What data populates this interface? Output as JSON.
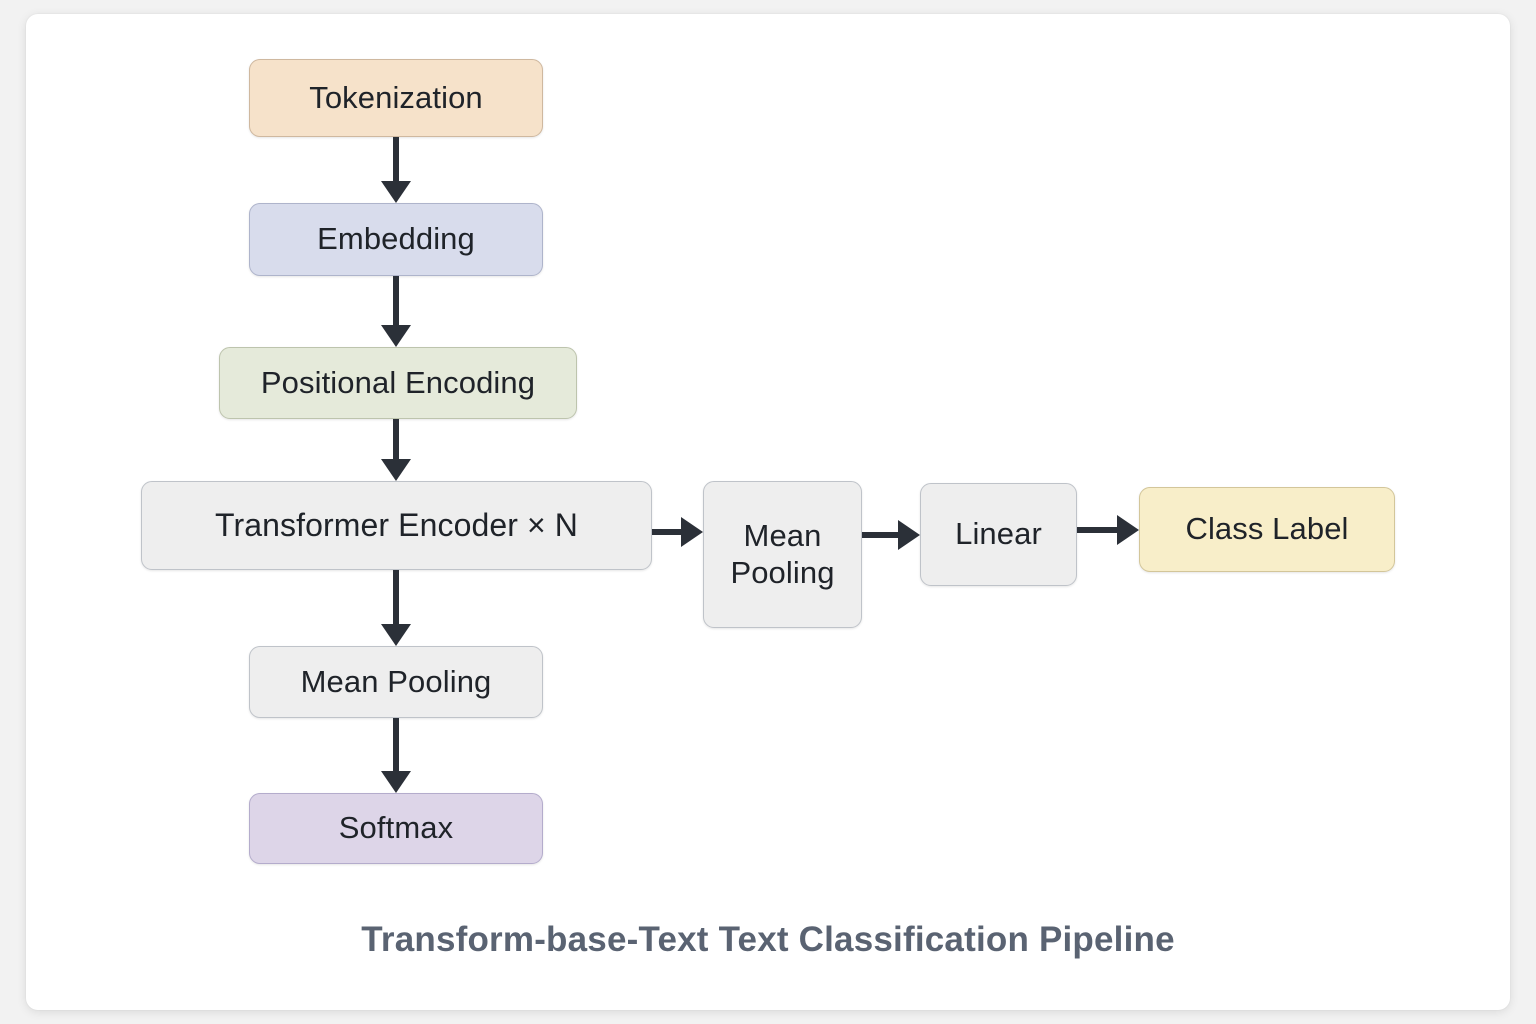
{
  "diagram": {
    "title": "Transform-base-Text Text Classification Pipeline",
    "nodes": {
      "tokenization": {
        "label": "Tokenization",
        "color": "#f6e2ca"
      },
      "embedding": {
        "label": "Embedding",
        "color": "#d8dcec"
      },
      "positional_encoding": {
        "label": "Positional Encoding",
        "color": "#e5eada"
      },
      "transformer_encoder": {
        "label": "Transformer Encoder × N",
        "color": "#eeeeee"
      },
      "mean_pooling_right_line1": {
        "label": "Mean",
        "color": "#eeeeee"
      },
      "mean_pooling_right_line2": {
        "label": "Pooling",
        "color": "#eeeeee"
      },
      "linear": {
        "label": "Linear",
        "color": "#eeeeee"
      },
      "class_label": {
        "label": "Class Label",
        "color": "#f8eec9"
      },
      "mean_pooling_bottom": {
        "label": "Mean Pooling",
        "color": "#eeeeee"
      },
      "softmax": {
        "label": "Softmax",
        "color": "#ddd5e8"
      }
    },
    "edges": [
      {
        "from": "Tokenization",
        "to": "Embedding",
        "direction": "down"
      },
      {
        "from": "Embedding",
        "to": "Positional Encoding",
        "direction": "down"
      },
      {
        "from": "Positional Encoding",
        "to": "Transformer Encoder × N",
        "direction": "down"
      },
      {
        "from": "Transformer Encoder × N",
        "to": "Mean Pooling",
        "direction": "down"
      },
      {
        "from": "Mean Pooling",
        "to": "Softmax",
        "direction": "down"
      },
      {
        "from": "Transformer Encoder × N",
        "to": "Mean Pooling",
        "direction": "right"
      },
      {
        "from": "Mean Pooling",
        "to": "Linear",
        "direction": "right"
      },
      {
        "from": "Linear",
        "to": "Class Label",
        "direction": "right"
      }
    ],
    "arrow_color": "#2b3038",
    "title_color": "#5a6372",
    "canvas_background": "#ffffff",
    "page_background": "#f2f2f2"
  }
}
